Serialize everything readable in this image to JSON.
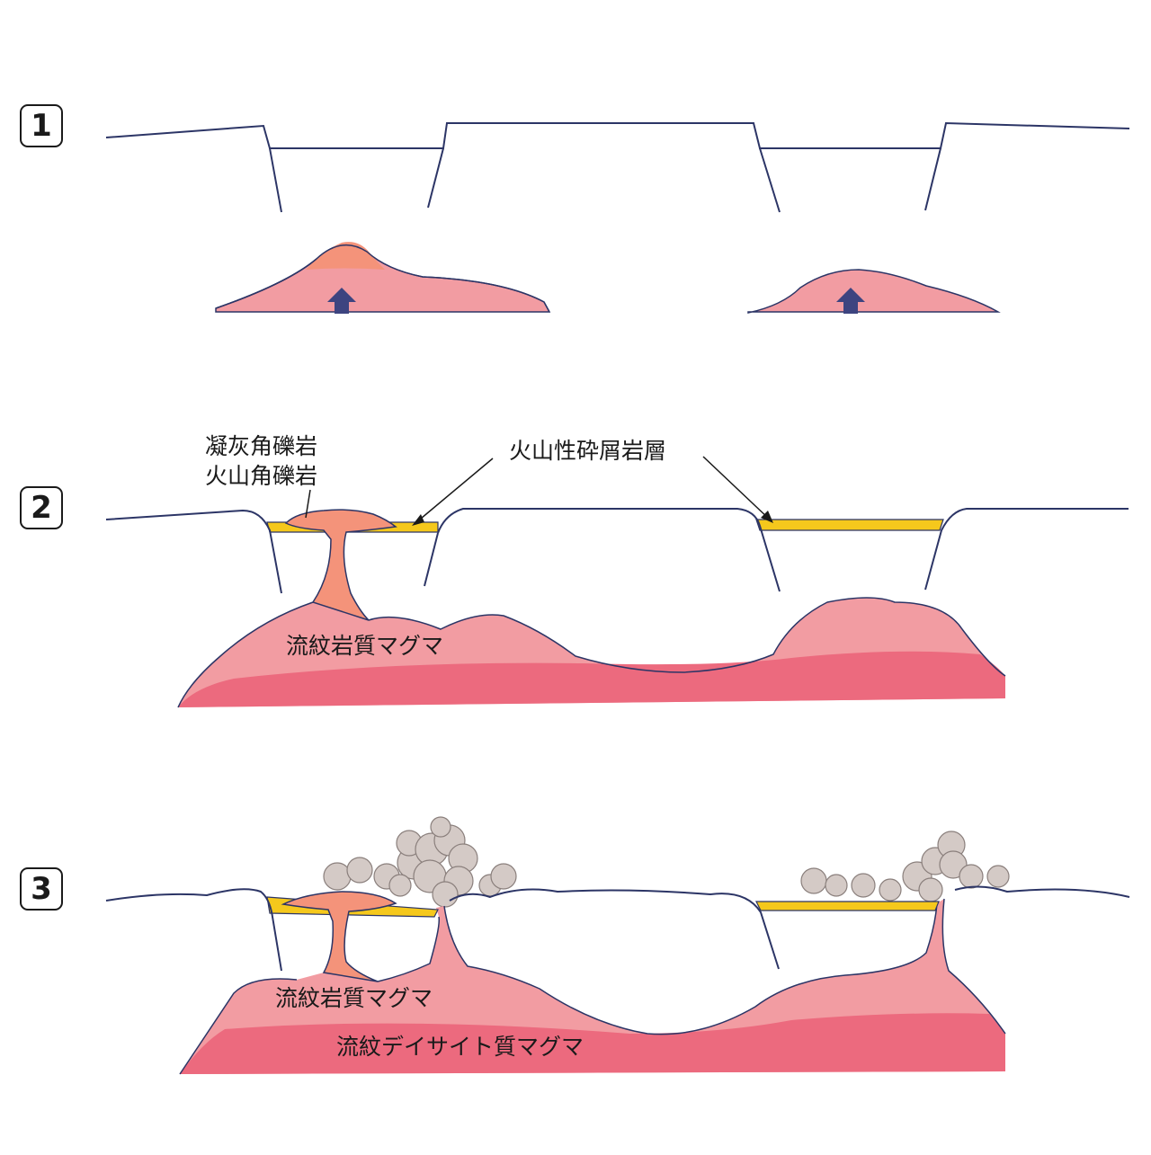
{
  "stages": [
    {
      "number": "1"
    },
    {
      "number": "2"
    },
    {
      "number": "3"
    }
  ],
  "labels": {
    "tuff_breccia": "凝灰角礫岩",
    "volcanic_breccia": "火山角礫岩",
    "volcaniclastic_layer": "火山性砕屑岩層",
    "rhyolitic_magma": "流紋岩質マグマ",
    "rhyodacitic_magma": "流紋デイサイト質マグマ"
  },
  "colors": {
    "outline": "#2c3566",
    "magma_light": "#f29ca2",
    "magma_dark": "#ec6a7e",
    "vent_orange": "#f4937a",
    "layer_yellow": "#f5c81c",
    "ash_cloud": "#d4cac6",
    "arrow": "#3d4480"
  }
}
